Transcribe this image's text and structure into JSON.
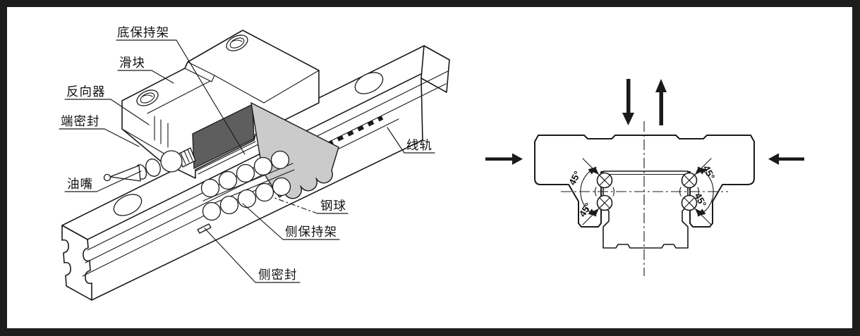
{
  "colors": {
    "frame": "#1d1d1d",
    "paper": "#ffffff",
    "line": "#1a1a1a",
    "cut_face": "#5e5e5e",
    "retainer_plate": "#cbcbcb"
  },
  "isometric_view": {
    "callouts": {
      "bottom_retainer": "底保持架",
      "slider": "滑块",
      "reverser": "反向器",
      "end_seal": "端密封",
      "grease_nipple": "油嘴",
      "rail": "线轨",
      "steel_ball": "钢球",
      "side_retainer": "侧保持架",
      "side_seal": "侧密封"
    }
  },
  "cross_section_view": {
    "contact_angles": {
      "top_left": "45°",
      "bottom_left": "45°",
      "top_right": "45°",
      "bottom_right": "45°"
    }
  }
}
